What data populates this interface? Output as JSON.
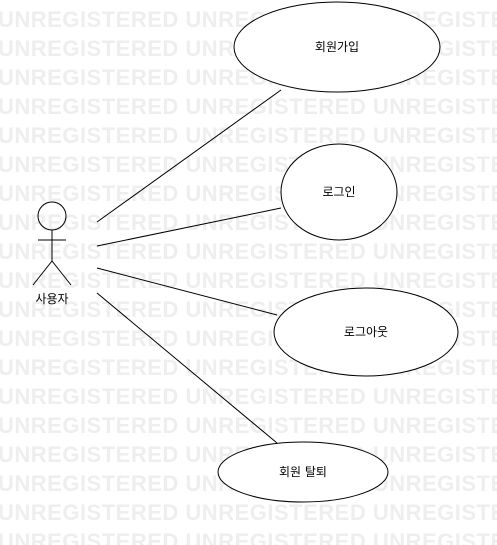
{
  "watermark": {
    "text": "UNREGISTERED"
  },
  "actor": {
    "label": "사용자"
  },
  "use_cases": [
    {
      "label": "회원가입"
    },
    {
      "label": "로그인"
    },
    {
      "label": "로그아웃"
    },
    {
      "label": "회원 탈퇴"
    }
  ]
}
